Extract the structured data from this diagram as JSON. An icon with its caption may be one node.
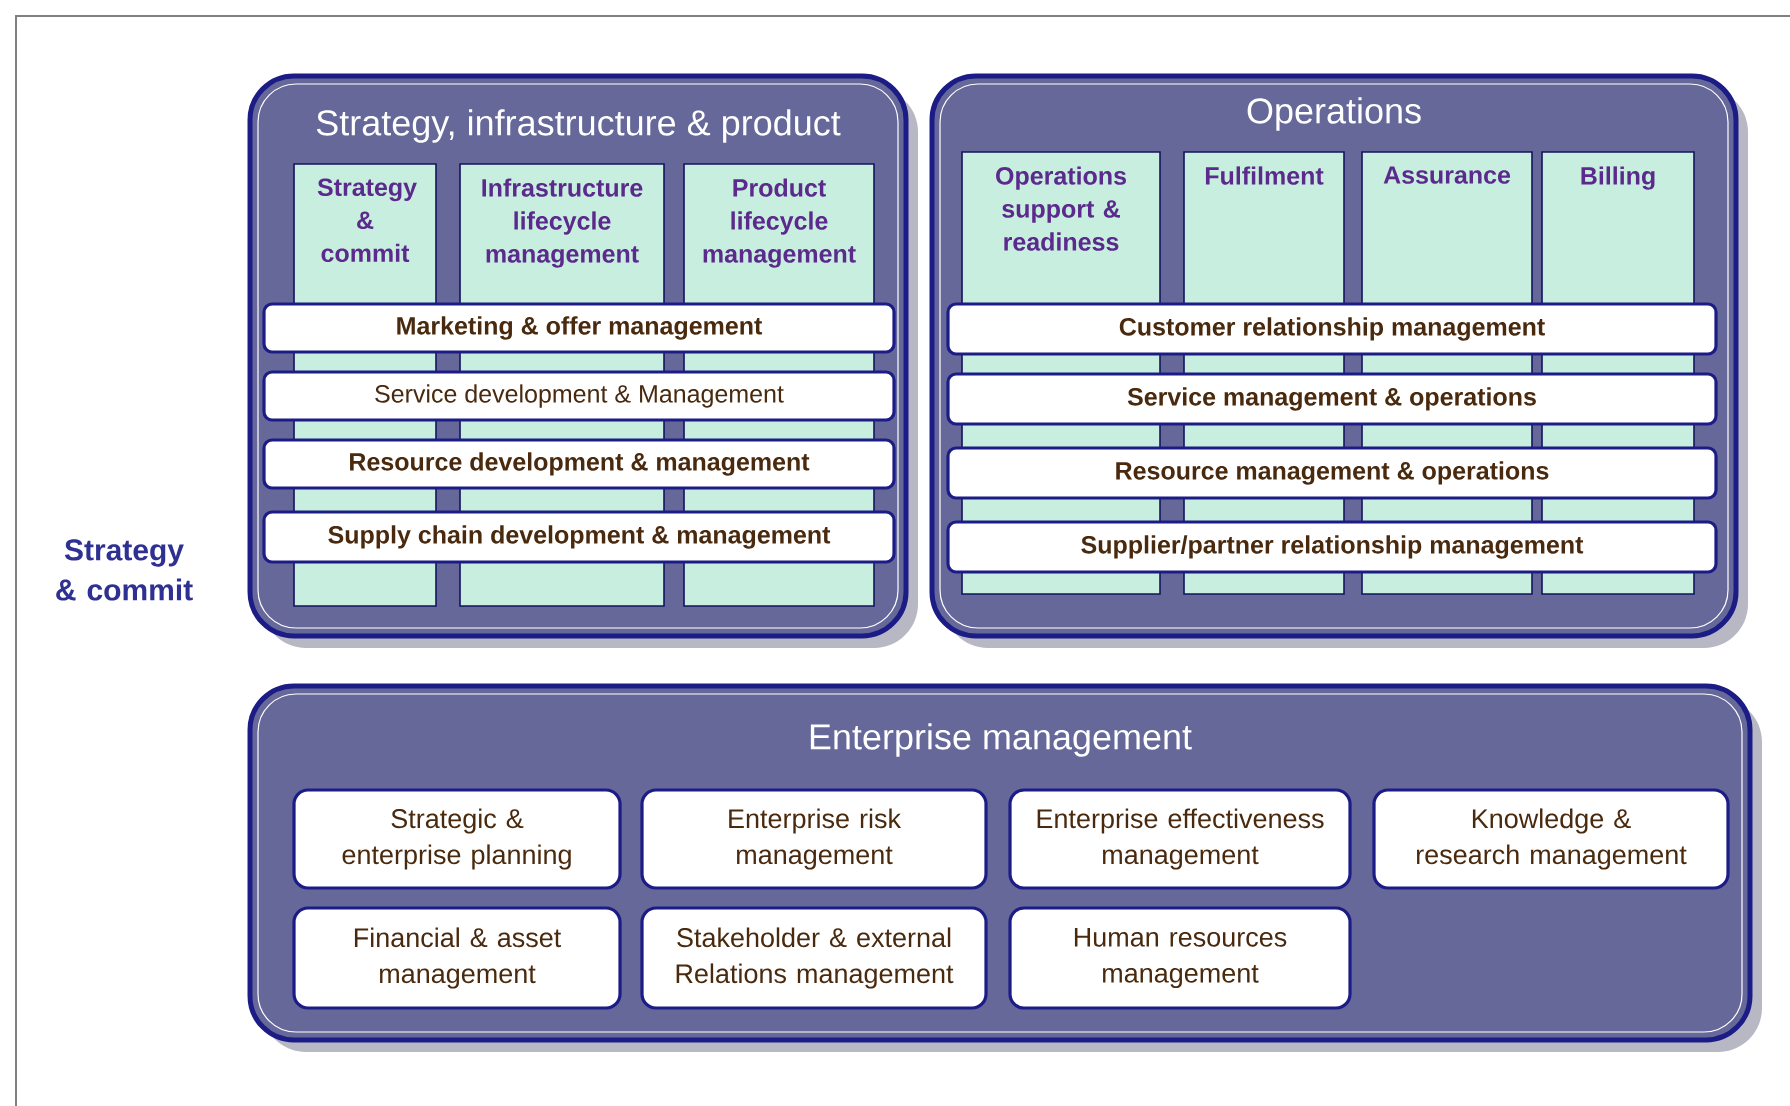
{
  "diagram": {
    "nodes": [
      {
        "text": [
          "Strategy, infrastructure & product"
        ]
      },
      {
        "text": [
          "Strategy & commit"
        ],
        "in": 0
      },
      {
        "text": [
          "Infrastructure lifecycle management"
        ],
        "in": 0
      },
      {
        "text": [
          "Product lifecycle management"
        ],
        "in": 0
      },
      {
        "text": [
          "Marketing & offer management"
        ],
        "in": 0
      },
      {
        "text": [
          "Service development & Management"
        ],
        "in": 0
      },
      {
        "text": [
          "Resource development & management"
        ],
        "in": 0
      },
      {
        "text": [
          "Supply chain development & management"
        ],
        "in": 0
      },
      {
        "text": [
          "Operations"
        ]
      },
      {
        "text": [
          "Operations support & readiness"
        ],
        "in": 8
      },
      {
        "text": [
          "Fulfilment"
        ],
        "in": 8
      },
      {
        "text": [
          "Assurance"
        ],
        "in": 8
      },
      {
        "text": [
          "Billing"
        ],
        "in": 8
      },
      {
        "text": [
          "Customer relationship management"
        ],
        "in": 8
      },
      {
        "text": [
          "Service management & operations"
        ],
        "in": 8
      },
      {
        "text": [
          "Resource management & operations"
        ],
        "in": 8
      },
      {
        "text": [
          "Supplier/partner relationship management"
        ],
        "in": 8
      },
      {
        "text": [
          "Enterprise management"
        ]
      },
      {
        "text": [
          "Strategic & enterprise planning"
        ],
        "in": 17
      },
      {
        "text": [
          "Enterprise risk management"
        ],
        "in": 17
      },
      {
        "text": [
          "Enterprise effectiveness management"
        ],
        "in": 17
      },
      {
        "text": [
          "Knowledge & research management"
        ],
        "in": 17
      },
      {
        "text": [
          "Financial & asset management"
        ],
        "in": 17
      },
      {
        "text": [
          "Stakeholder & external Relations management"
        ],
        "in": 17
      },
      {
        "text": [
          "Human resources management"
        ],
        "in": 17
      }
    ],
    "labels": [
      "Strategy & commit"
    ]
  }
}
